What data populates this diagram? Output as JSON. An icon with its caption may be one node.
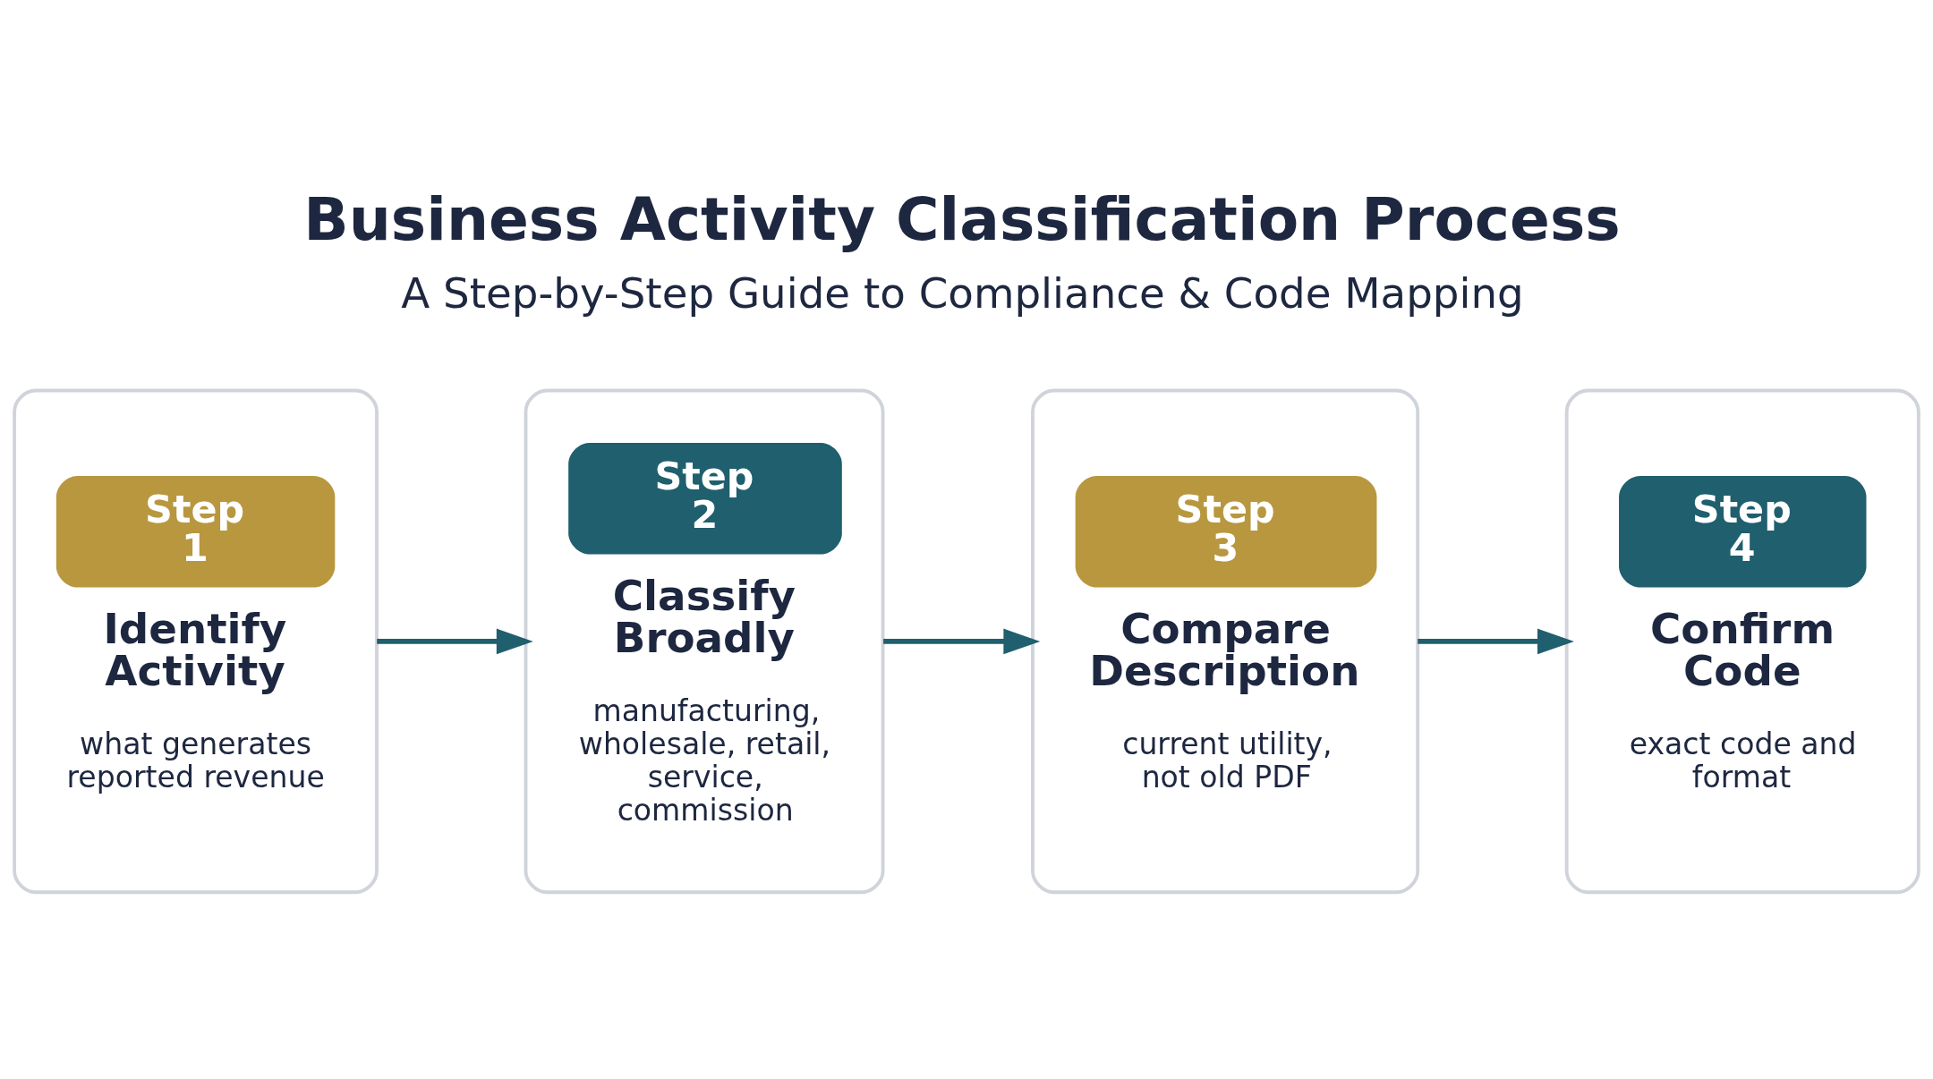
{
  "diagram": {
    "title": "Business Activity Classification Process",
    "nodes": [
      {
        "text": [
          "Step 1",
          "Identify Activity",
          "what generates reported revenue"
        ]
      },
      {
        "text": [
          "Step 2",
          "Classify Broadly",
          "manufacturing, wholesale, retail, service, commission"
        ]
      },
      {
        "text": [
          "Step 3",
          "Compare Description",
          "current utility, not old PDF"
        ]
      },
      {
        "text": [
          "Step 4",
          "Confirm Code",
          "exact code and format"
        ]
      }
    ],
    "edges": [
      {
        "from": 0,
        "to": 1,
        "arrow": "to"
      },
      {
        "from": 1,
        "to": 2,
        "arrow": "to"
      },
      {
        "from": 2,
        "to": 3,
        "arrow": "to"
      }
    ],
    "labels": [
      "A Step-by-Step Guide to Compliance & Code Mapping"
    ]
  }
}
